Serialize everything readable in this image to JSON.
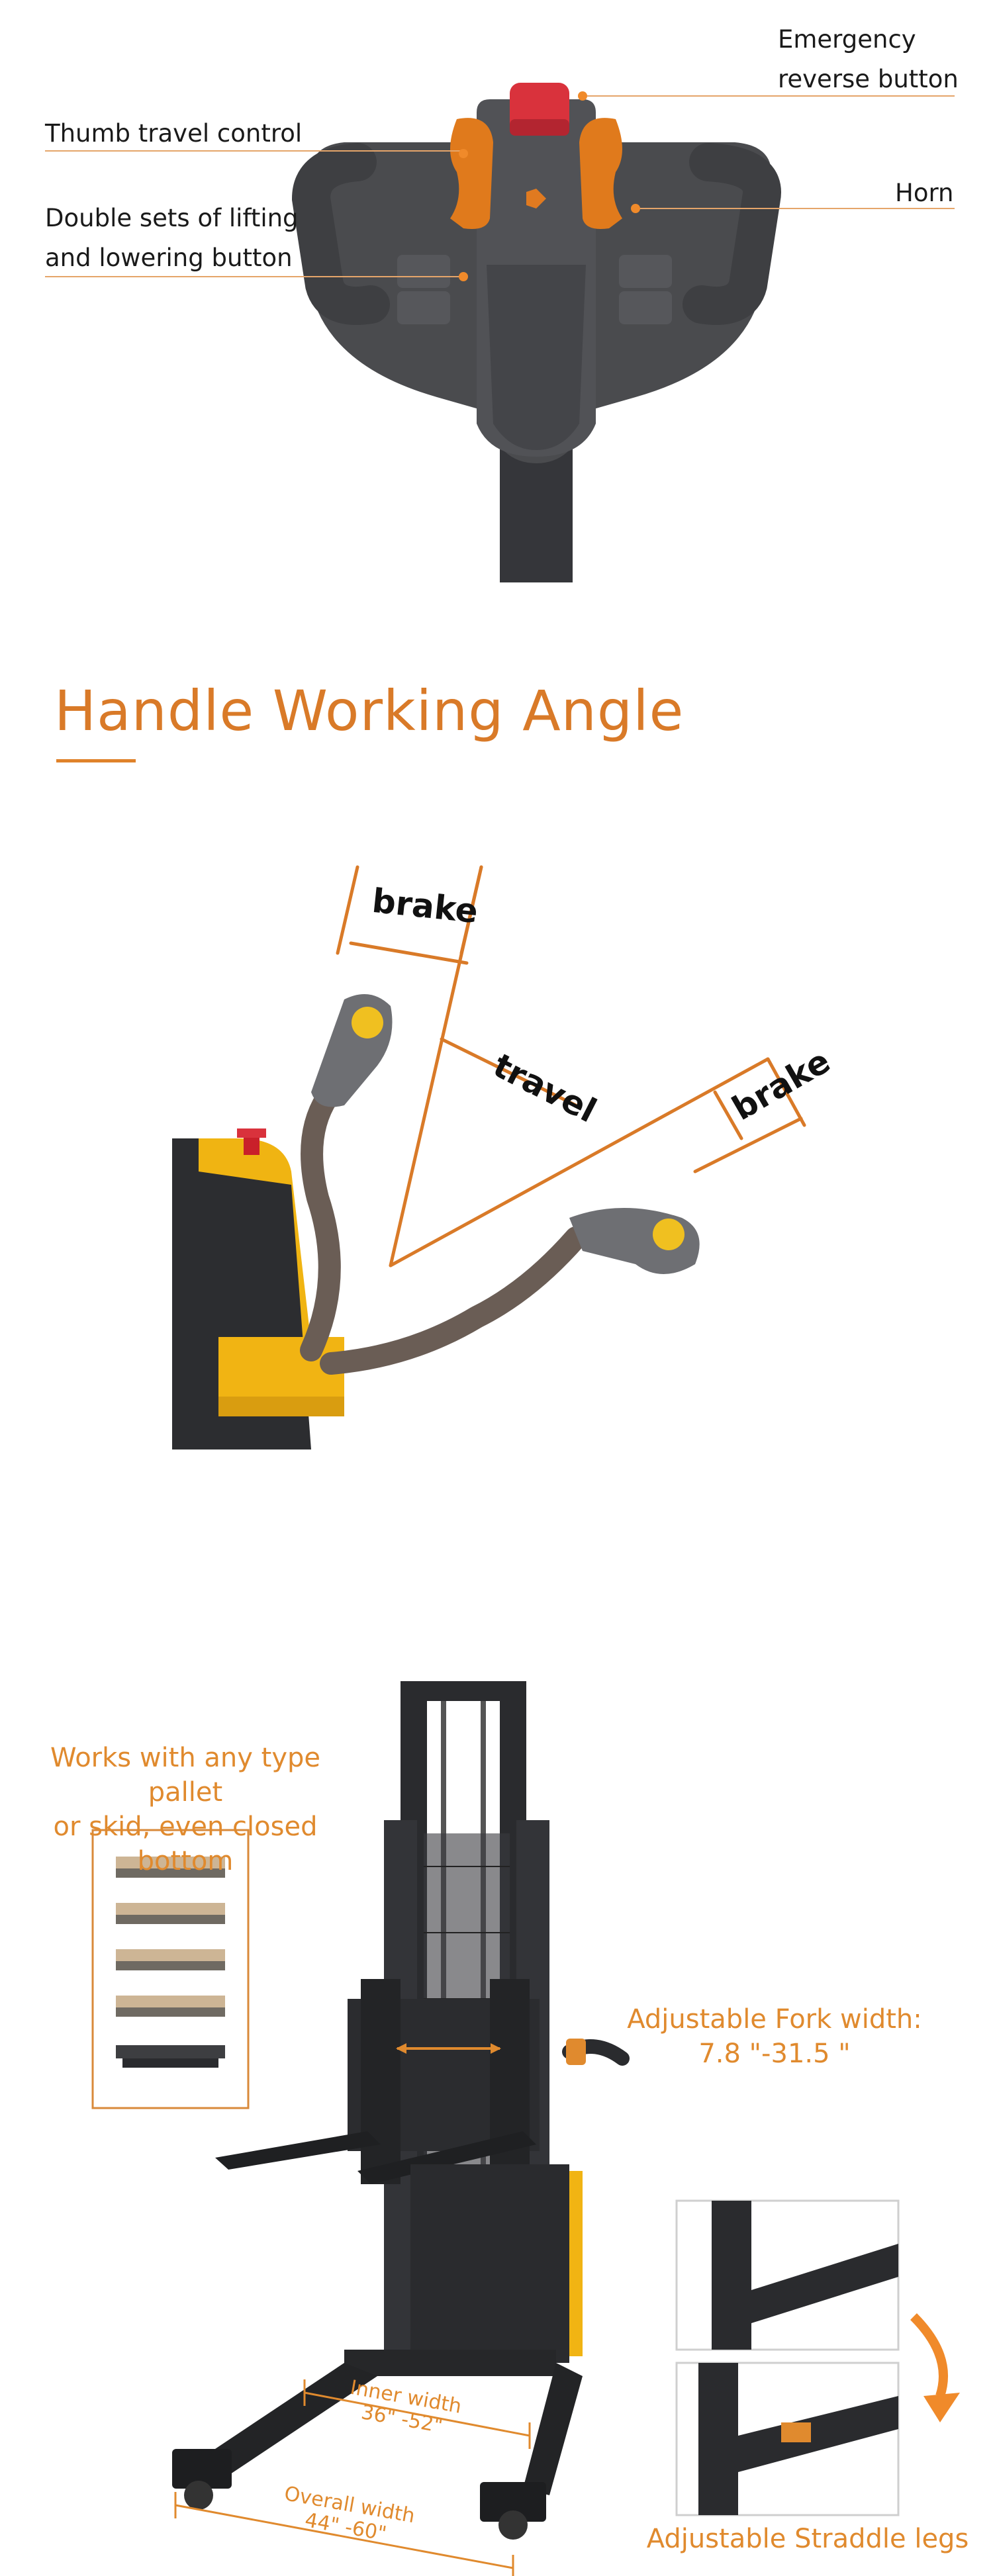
{
  "handle_callouts": {
    "emergency_line1": "Emergency",
    "emergency_line2": "reverse button",
    "thumb": "Thumb travel control",
    "horn": "Horn",
    "double_line1": "Double sets of lifting",
    "double_line2": "and lowering button"
  },
  "angle_section": {
    "title": "Handle Working Angle",
    "brake_top": "brake",
    "travel": "travel",
    "brake_right": "brake"
  },
  "stacker_section": {
    "pallet_line1": "Works with any type pallet",
    "pallet_line2": "or skid, even closed bottom",
    "fork_line1": "Adjustable Fork width:",
    "fork_line2": "7.8 \"-31.5 \"",
    "inner_line1": "Inner width",
    "inner_line2": "36\" -52\"",
    "overall_line1": "Overall width",
    "overall_line2": "44\" -60\"",
    "straddle": "Adjustable Straddle legs"
  },
  "colors": {
    "accent": "#e0822a",
    "dark": "#3a3b3d",
    "yellow": "#f1b413"
  }
}
